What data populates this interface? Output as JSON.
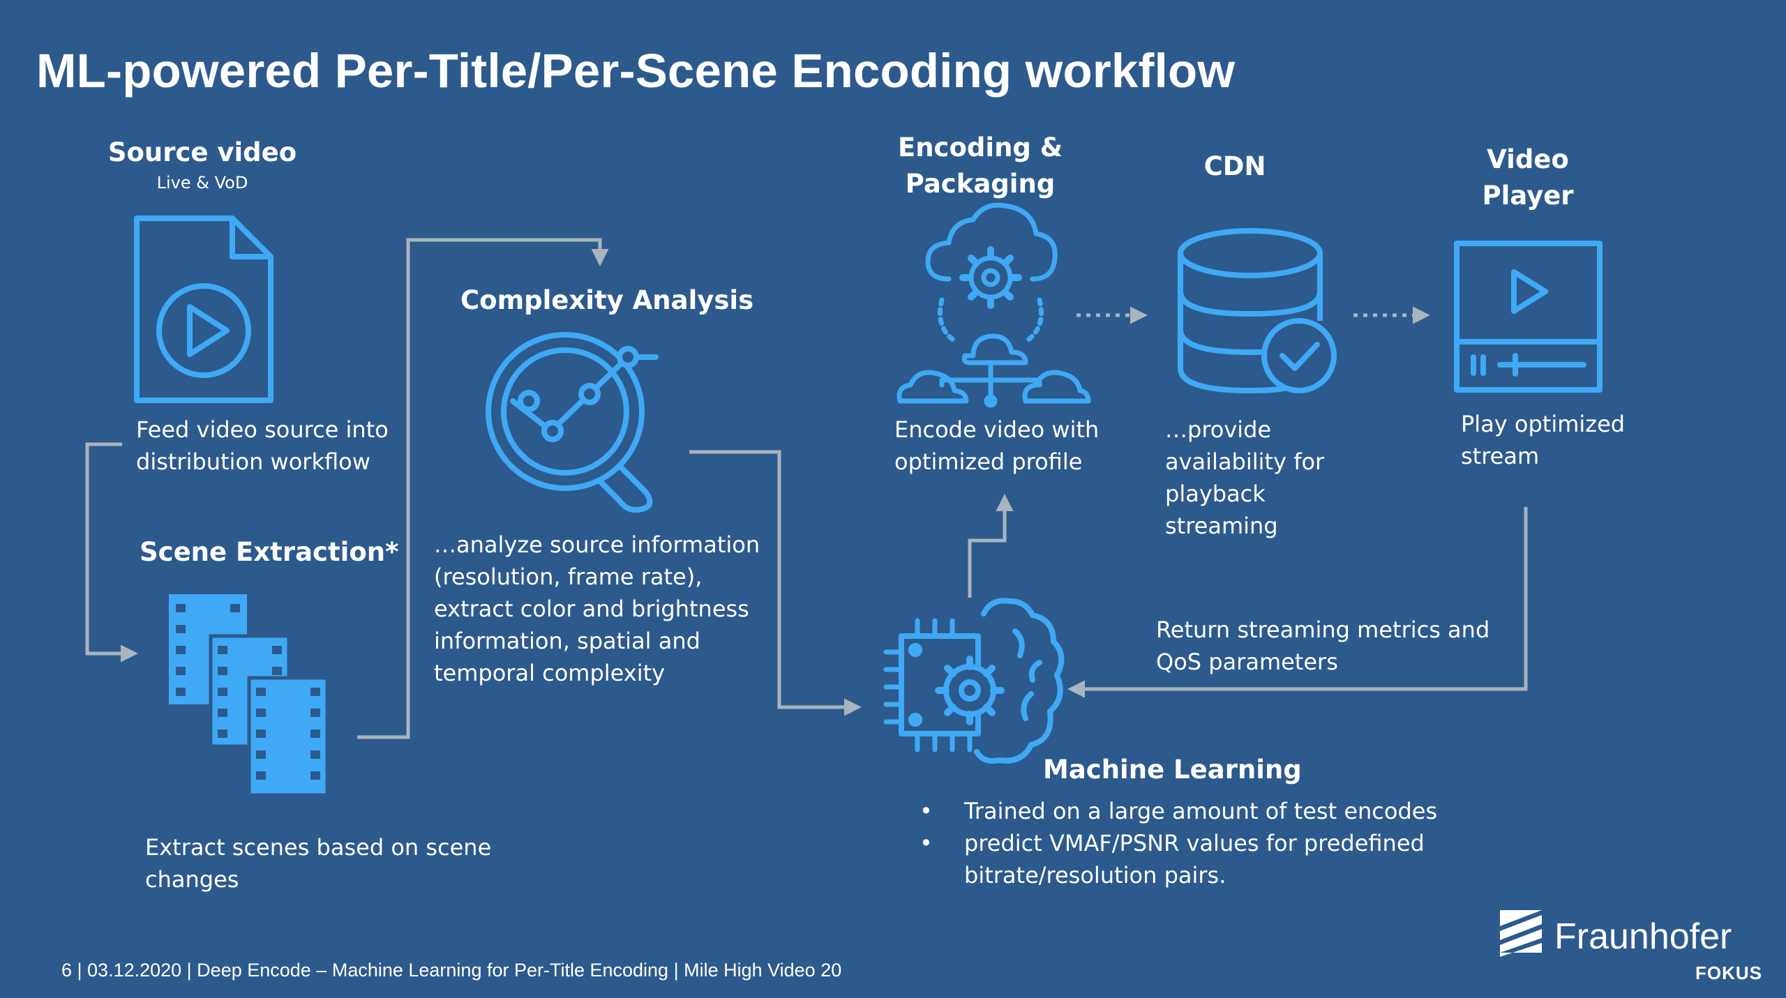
{
  "slide": {
    "title": "ML-powered Per-Title/Per-Scene Encoding workflow",
    "footer": "6  | 03.12.2020  |  Deep Encode – Machine Learning for Per-Title Encoding | Mile High Video 20"
  },
  "nodes": {
    "source": {
      "title": "Source video",
      "subtitle": "Live & VoD",
      "desc": [
        "Feed video source into",
        "distribution workflow"
      ]
    },
    "scene": {
      "title": "Scene Extraction*",
      "desc": [
        "Extract scenes based on scene",
        "changes"
      ]
    },
    "complexity": {
      "title": "Complexity Analysis",
      "desc": [
        "…analyze source information",
        "(resolution, frame rate),",
        "extract color and brightness",
        "information, spatial and",
        "temporal complexity"
      ]
    },
    "encoding": {
      "title": [
        "Encoding &",
        "Packaging"
      ],
      "desc": [
        "Encode video with",
        "optimized profile"
      ]
    },
    "cdn": {
      "title": "CDN",
      "desc": [
        "…provide",
        "availability for",
        "playback",
        "streaming"
      ]
    },
    "player": {
      "title": [
        "Video",
        "Player"
      ],
      "desc": [
        "Play optimized",
        "stream"
      ]
    },
    "ml": {
      "title": "Machine Learning",
      "bullets": [
        "Trained on a large amount of test encodes",
        "predict VMAF/PSNR values for predefined"
      ],
      "bullet_continuation": "bitrate/resolution pairs."
    }
  },
  "feedback": [
    "Return streaming metrics and",
    "QoS parameters"
  ],
  "brand": {
    "name": "Fraunhofer",
    "sub": "FOKUS"
  },
  "colors": {
    "background": "#2d5a8c",
    "icon": "#3fa9f5",
    "arrow": "#aab4bf",
    "text": "#ffffff"
  },
  "icons": {
    "source": "video-file-icon",
    "scene": "film-strips-icon",
    "complexity": "magnifier-analytics-icon",
    "encoding": "cloud-gear-network-icon",
    "cdn": "database-check-icon",
    "player": "video-player-icon",
    "ml": "brain-chip-icon",
    "brand": "fraunhofer-logo-icon"
  }
}
